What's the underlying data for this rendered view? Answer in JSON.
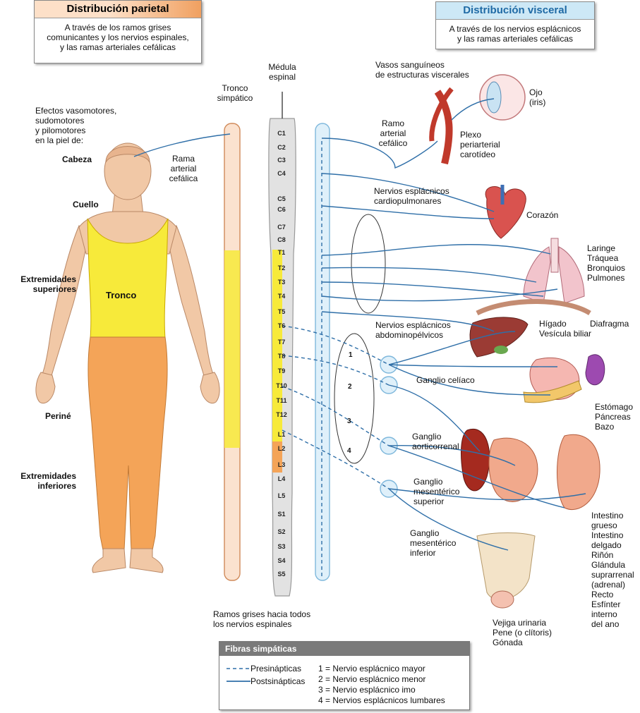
{
  "parietal": {
    "title": "Distribución parietal",
    "body": [
      "A través de los ramos grises",
      "comunicantes y los nervios espinales,",
      "y las ramas arteriales cefálicas"
    ]
  },
  "visceral": {
    "title": "Distribución visceral",
    "body": [
      "A través de los nervios esplácnicos",
      "y las ramas arteriales cefálicas"
    ]
  },
  "skin_effects": [
    "Efectos vasomotores,",
    "sudomotores",
    "y pilomotores",
    "en la piel de:"
  ],
  "body_regions": {
    "cabeza": "Cabeza",
    "cuello": "Cuello",
    "ext_sup": [
      "Extremidades",
      "superiores"
    ],
    "tronco": "Tronco",
    "perine": "Periné",
    "ext_inf": [
      "Extremidades",
      "inferiores"
    ]
  },
  "rama_arterial": [
    "Rama",
    "arterial",
    "cefálica"
  ],
  "tronco_simpatico": [
    "Tronco",
    "simpático"
  ],
  "medula": [
    "Médula",
    "espinal"
  ],
  "segments": [
    "C1",
    "C2",
    "C3",
    "C4",
    "C5",
    "C6",
    "C7",
    "C8",
    "T1",
    "T2",
    "T3",
    "T4",
    "T5",
    "T6",
    "T7",
    "T8",
    "T9",
    "T10",
    "T11",
    "T12",
    "L1",
    "L2",
    "L3",
    "L4",
    "L5",
    "S1",
    "S2",
    "S3",
    "S4",
    "S5"
  ],
  "vasos": [
    "Vasos sanguíneos",
    "de estructuras viscerales"
  ],
  "ramo_arterial": [
    "Ramo",
    "arterial",
    "cefálico"
  ],
  "plexo": [
    "Plexo",
    "periarterial",
    "carotídeo"
  ],
  "ojo": [
    "Ojo",
    "(iris)"
  ],
  "cardio": [
    "Nervios esplácnicos",
    "cardiopulmonares"
  ],
  "corazon": "Corazón",
  "pulmones": [
    "Laringe",
    "Tráquea",
    "Bronquios",
    "Pulmones"
  ],
  "diafragma": "Diafragma",
  "higado": [
    "Hígado",
    "Vesícula biliar"
  ],
  "abdomino": [
    "Nervios esplácnicos",
    "abdominopélvicos"
  ],
  "splanchnic_numbers": [
    "1",
    "2",
    "3",
    "4"
  ],
  "ganglio_celiaco": "Ganglio celíaco",
  "estomago": [
    "Estómago",
    "Páncreas",
    "Bazo"
  ],
  "aorticorrenal": [
    "Ganglio",
    "aorticorrenal"
  ],
  "mes_sup": [
    "Ganglio",
    "mesentérico",
    "superior"
  ],
  "mes_inf": [
    "Ganglio",
    "mesentérico",
    "inferior"
  ],
  "intestino": [
    "Intestino",
    "grueso",
    "Intestino",
    "delgado",
    "Riñón",
    "Glándula",
    "suprarrenal",
    "(adrenal)",
    "Recto",
    "Esfínter",
    "interno",
    "del ano"
  ],
  "vejiga": [
    "Vejiga urinaria",
    "Pene (o clítoris)",
    "Gónada"
  ],
  "ramos_grises": [
    "Ramos grises hacia todos",
    "los nervios espinales"
  ],
  "legend": {
    "title": "Fibras simpáticas",
    "pre": "Presinápticas",
    "post": "Postsinápticas",
    "items": [
      "1 = Nervio esplácnico mayor",
      "2 = Nervio esplácnico menor",
      "3 = Nervio esplácnico imo",
      "4 = Nervios esplácnicos lumbares"
    ]
  },
  "colors": {
    "parietal_header": "#f0a060",
    "visceral_header": "#cde8f6",
    "nerve_blue": "#2f6fa8",
    "yellow": "#f7ea3a",
    "orange": "#f4a458",
    "skin": "#f1c8a6"
  }
}
